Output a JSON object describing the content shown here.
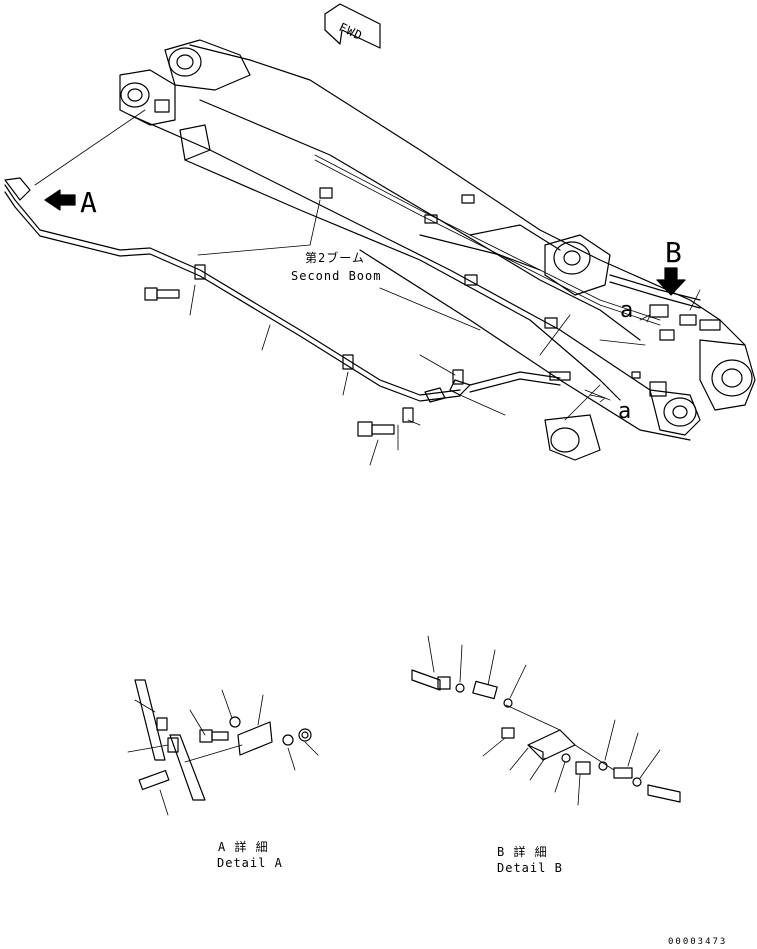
{
  "fwd_label": "FWD",
  "view_a_marker": "A",
  "view_b_marker": "B",
  "part_callout_jp": "第2ブーム",
  "part_callout_en": "Second Boom",
  "connection_marker": "a",
  "detail_a": {
    "title_jp": "A 詳 細",
    "title_en": "Detail A"
  },
  "detail_b": {
    "title_jp": "B 詳 細",
    "title_en": "Detail B"
  },
  "drawing_number": "00003473"
}
